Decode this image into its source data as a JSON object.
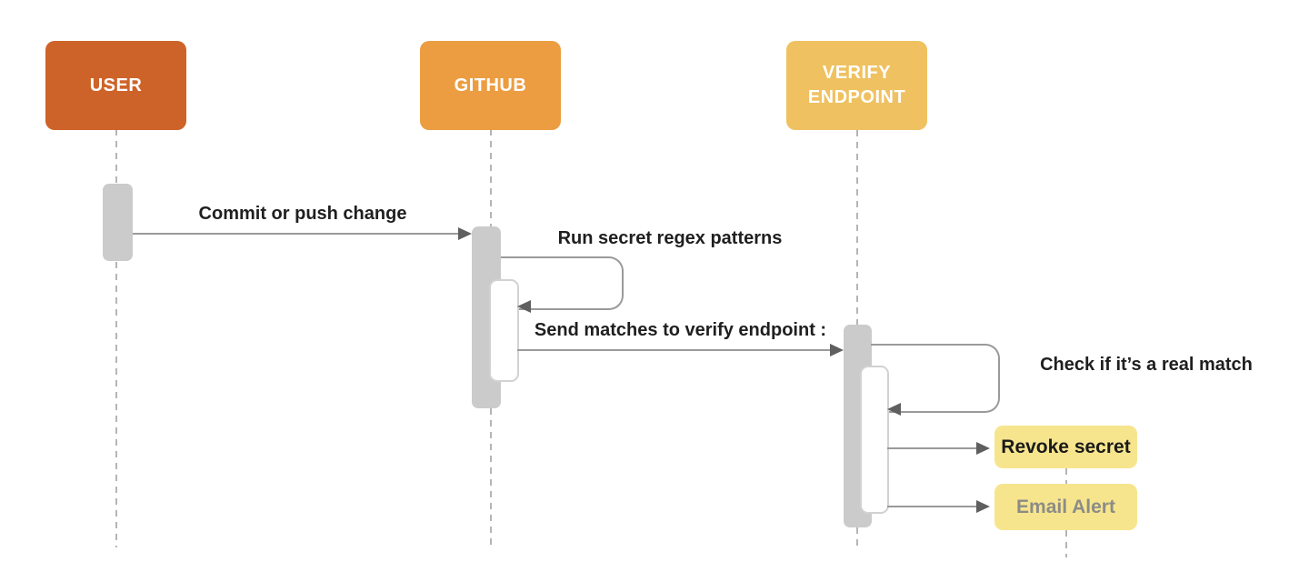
{
  "diagram": {
    "type": "sequence-diagram",
    "background": "#ffffff",
    "actors": [
      {
        "label": "USER",
        "color": "#ce6329"
      },
      {
        "label": "GITHUB",
        "color": "#ec9d41"
      },
      {
        "label": "VERIFY ENDPOINT",
        "color": "#efc160"
      }
    ],
    "messages": [
      {
        "label": "Commit or push change",
        "from": "USER",
        "to": "GITHUB",
        "kind": "arrow"
      },
      {
        "label": "Run secret regex patterns",
        "from": "GITHUB",
        "to": "GITHUB",
        "kind": "self-loop"
      },
      {
        "label": "Send matches to verify endpoint :",
        "from": "GITHUB",
        "to": "VERIFY ENDPOINT",
        "kind": "arrow"
      },
      {
        "label": "Check if it’s a real match",
        "from": "VERIFY ENDPOINT",
        "to": "VERIFY ENDPOINT",
        "kind": "self-loop"
      }
    ],
    "notes": [
      {
        "label": "Revoke secret",
        "from": "VERIFY ENDPOINT",
        "text_color": "#1a1a1a"
      },
      {
        "label": "Email Alert",
        "from": "VERIFY ENDPOINT",
        "text_color": "#8c8c86"
      }
    ],
    "styles": {
      "note_fill": "#f7e58e",
      "activation_fill": "#cbcbcb",
      "lifeline_color": "#b5b5b5",
      "line_color": "#9a9a9a",
      "arrowhead_color": "#5f5f5f"
    }
  }
}
